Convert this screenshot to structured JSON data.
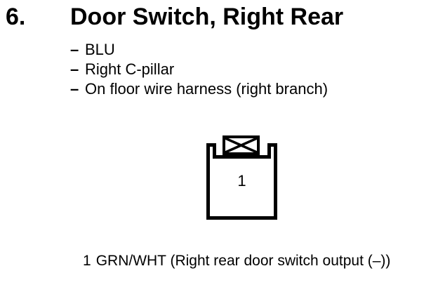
{
  "page": {
    "background_color": "#ffffff",
    "ink_color": "#000000"
  },
  "section": {
    "number": "6.",
    "title": "Door Switch, Right Rear"
  },
  "details": {
    "marker": "–",
    "items": [
      {
        "text": "BLU"
      },
      {
        "text": "Right C-pillar"
      },
      {
        "text": "On floor wire harness (right branch)"
      }
    ]
  },
  "connector": {
    "pin_label": "1",
    "keyway_icon": "crossed-box"
  },
  "legend": {
    "pin_number": "1",
    "description": "GRN/WHT (Right rear door switch output (–))"
  }
}
